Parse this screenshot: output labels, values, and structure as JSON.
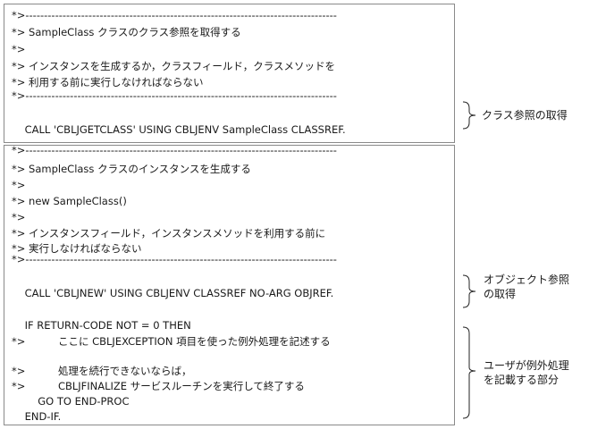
{
  "box1": {
    "lines": [
      "*>------------------------------------------------------------------------------------",
      "*> SampleClass クラスのクラス参照を取得する",
      "*>",
      "*> インスタンスを生成するか，クラスフィールド，クラスメソッドを",
      "*> 利用する前に実行しなければならない",
      "*>------------------------------------------------------------------------------------",
      "",
      "    CALL 'CBLJGETCLASS' USING CBLJENV SampleClass CLASSREF."
    ]
  },
  "box2": {
    "lines": [
      "*>------------------------------------------------------------------------------------",
      "*> SampleClass クラスのインスタンスを生成する",
      "*>",
      "*> new SampleClass()",
      "*>",
      "*> インスタンスフィールド，インスタンスメソッドを利用する前に",
      "*> 実行しなければならない",
      "*>------------------------------------------------------------------------------------",
      "",
      "    CALL 'CBLJNEW' USING CBLJENV CLASSREF NO-ARG OBJREF.",
      "",
      "    IF RETURN-CODE NOT = 0 THEN",
      "*>          ここに CBLJEXCEPTION 項目を使った例外処理を記述する",
      "",
      "*>          処理を続行できないならば，",
      "*>          CBLJFINALIZE サービスルーチンを実行して終了する",
      "        GO TO END-PROC",
      "    END-IF."
    ]
  },
  "annotations": {
    "class_ref": "クラス参照の取得",
    "object_ref": [
      "オブジェクト参照",
      "の取得"
    ],
    "error_handling": [
      "ユーザが例外処理",
      "を記載する部分"
    ]
  }
}
